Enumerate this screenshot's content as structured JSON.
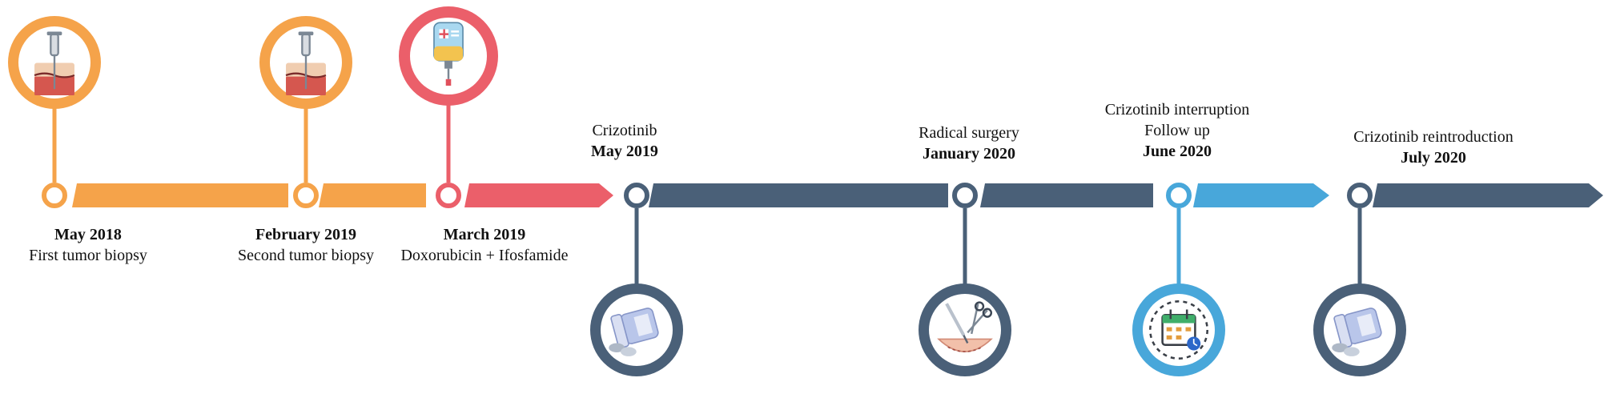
{
  "colors": {
    "orange": "#F5A34A",
    "red": "#EB5F6A",
    "navy": "#4A6078",
    "blue": "#48A7DA"
  },
  "events": [
    {
      "date": "May 2018",
      "text": "First tumor biopsy",
      "color": "orange",
      "icon": "biopsy-needle-icon"
    },
    {
      "date": "February 2019",
      "text": "Second tumor biopsy",
      "color": "orange",
      "icon": "biopsy-needle-icon"
    },
    {
      "date": "March 2019",
      "text": "Doxorubicin + Ifosfamide",
      "color": "red",
      "icon": "iv-drip-bag-icon"
    },
    {
      "date": "May 2019",
      "text": "Crizotinib",
      "color": "navy",
      "icon": "pill-bottle-icon"
    },
    {
      "date": "January 2020",
      "text": "Radical surgery",
      "color": "navy",
      "icon": "surgery-tools-icon"
    },
    {
      "date": "June 2020",
      "text": "Crizotinib interruption",
      "text2": "Follow up",
      "color": "blue",
      "icon": "calendar-followup-icon"
    },
    {
      "date": "July 2020",
      "text": "Crizotinib reintroduction",
      "color": "navy",
      "icon": "pill-bottle-icon"
    }
  ]
}
